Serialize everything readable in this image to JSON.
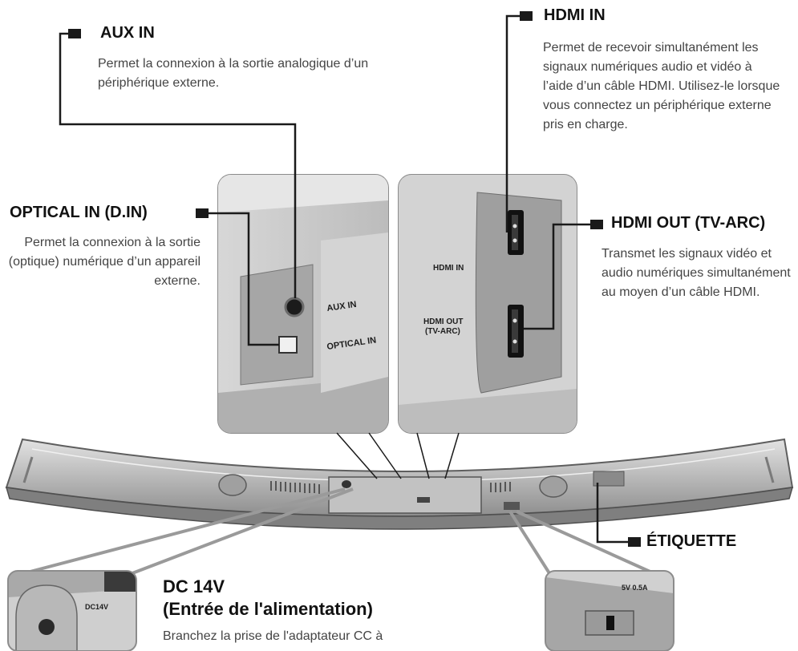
{
  "aux_in": {
    "title": "AUX IN",
    "description": "Permet la connexion à la sortie analogique d’un périphérique externe."
  },
  "hdmi_in": {
    "title": "HDMI IN",
    "description": "Permet de recevoir simultanément les signaux numériques audio et vidéo à l’aide d’un câble HDMI. Utilisez-le lorsque vous connectez un périphérique externe pris en charge."
  },
  "optical_in": {
    "title": "OPTICAL IN (D.IN)",
    "description": "Permet la connexion à la sortie (optique) numérique d’un appareil externe."
  },
  "hdmi_out": {
    "title": "HDMI OUT (TV-ARC)",
    "description": "Transmet les signaux vidéo et audio numériques simultanément au moyen d’un câble HDMI."
  },
  "etiquette": {
    "title": "ÉTIQUETTE"
  },
  "dc": {
    "title_line1": "DC 14V",
    "title_line2": "(Entrée de l'alimentation)",
    "description": "Branchez la prise de l'adaptateur CC à"
  },
  "panel_left": {
    "aux_label": "AUX IN",
    "optical_label": "OPTICAL IN"
  },
  "panel_right": {
    "hdmi_in_label": "HDMI IN",
    "hdmi_out_label_1": "HDMI OUT",
    "hdmi_out_label_2": "(TV-ARC)"
  },
  "inset_dc": {
    "label": "DC14V"
  },
  "inset_usb": {
    "label": "5V 0.5A"
  },
  "colors": {
    "line": "#1a1a1a",
    "panel_bg": "#c9c9c9",
    "panel_dark": "#9a9a9a",
    "bar_body": "#bdbdbd",
    "bar_edge": "#666666"
  }
}
